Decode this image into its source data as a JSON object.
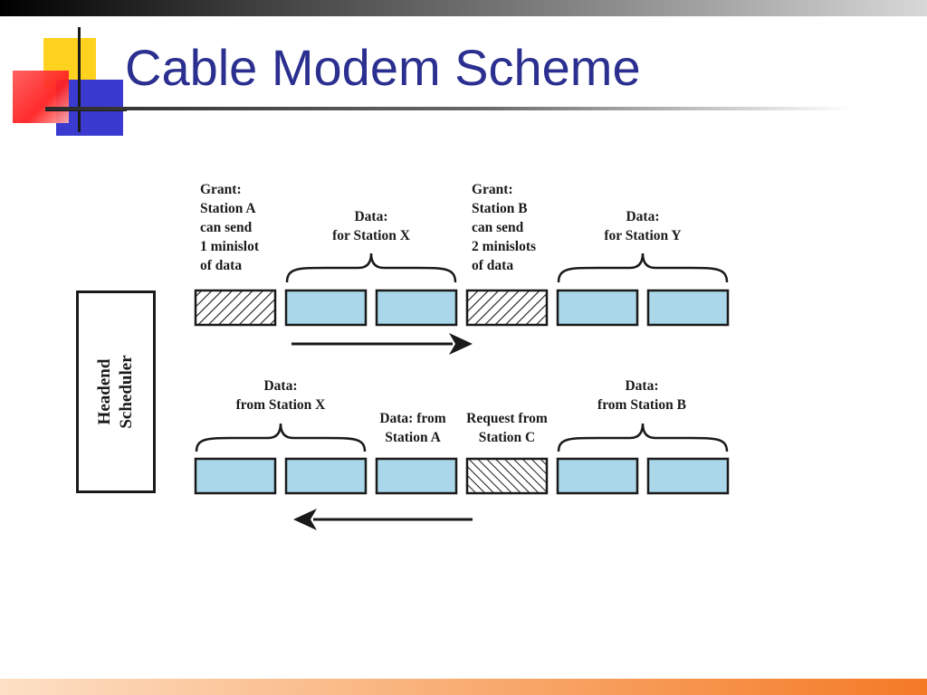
{
  "slide": {
    "title": "Cable Modem Scheme"
  },
  "diagram": {
    "scheduler": {
      "line1": "Headend",
      "line2": "Scheduler"
    },
    "downstream": {
      "grant_a": [
        "Grant:",
        "Station A",
        "can send",
        "1 minislot",
        "of data"
      ],
      "data_x": [
        "Data:",
        "for Station X"
      ],
      "grant_b": [
        "Grant:",
        "Station B",
        "can send",
        "2 minislots",
        "of data"
      ],
      "data_y": [
        "Data:",
        "for Station Y"
      ],
      "slots": [
        "grant",
        "data",
        "data",
        "grant",
        "data",
        "data"
      ],
      "direction": "right"
    },
    "upstream": {
      "data_from_x": [
        "Data:",
        "from Station X"
      ],
      "data_from_a": [
        "Data: from",
        "Station A"
      ],
      "request_c": [
        "Request from",
        "Station C"
      ],
      "data_from_b": [
        "Data:",
        "from Station B"
      ],
      "slots": [
        "data",
        "data",
        "data",
        "request",
        "data",
        "data"
      ],
      "direction": "left"
    },
    "colors": {
      "data_fill": "#aad8ea",
      "outline": "#1a1a1a",
      "title": "#2b2f8f"
    }
  }
}
